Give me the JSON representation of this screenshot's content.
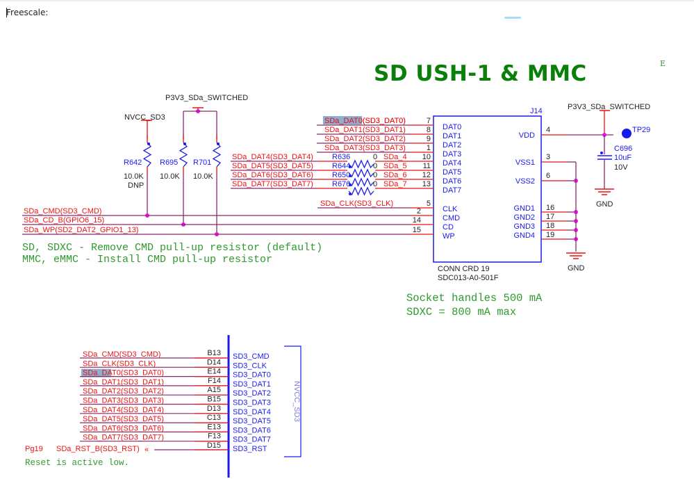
{
  "header": {
    "label": "Freescale:"
  },
  "title": "SD USH-1 & MMC",
  "edge_mark": "E",
  "colors": {
    "net": "#ee1111",
    "wire": "#8a2a6a",
    "part": "#1a1aee",
    "junction": "#ee11ee",
    "text": "#222222",
    "note": "#2e9a2e",
    "title": "#0a7f0a",
    "highlight": "#7aa0c8"
  },
  "power": {
    "nvcc": "NVCC_SD3",
    "p3v3_left": "P3V3_SDa_SWITCHED",
    "p3v3_right": "P3V3_SDa_SWITCHED",
    "gnd_cap": "GND",
    "gnd_conn": "GND"
  },
  "pullups": [
    {
      "ref": "R642",
      "value": "10.0K",
      "note": "DNP"
    },
    {
      "ref": "R695",
      "value": "10.0K",
      "note": ""
    },
    {
      "ref": "R701",
      "value": "10.0K",
      "note": ""
    }
  ],
  "left_nets": [
    "SDa_CMD(SD3_CMD)",
    "SDa_CD_B(GPIO6_15)",
    "SDa_WP(SD2_DAT2_GPIO1_13)"
  ],
  "data_nets_upper": [
    {
      "net": "SDa_DAT0(SD3_DAT0)",
      "pin": "7",
      "highlight": "SDa_DAT0"
    },
    {
      "net": "SDa_DAT1(SD3_DAT1)",
      "pin": "8"
    },
    {
      "net": "SDa_DAT2(SD3_DAT2)",
      "pin": "9"
    },
    {
      "net": "SDa_DAT3(SD3_DAT3)",
      "pin": "1"
    }
  ],
  "data_nets_series": [
    {
      "net": "SDa_DAT4(SD3_DAT4)",
      "ref": "R636",
      "value": "0",
      "out": "SDa_4",
      "pin": "10"
    },
    {
      "net": "SDa_DAT5(SD3_DAT5)",
      "ref": "R644",
      "value": "0",
      "out": "SDa_5",
      "pin": "11"
    },
    {
      "net": "SDa_DAT6(SD3_DAT6)",
      "ref": "R650",
      "value": "0",
      "out": "SDa_6",
      "pin": "12"
    },
    {
      "net": "SDa_DAT7(SD3_DAT7)",
      "ref": "R676",
      "value": "0",
      "out": "SDa_7",
      "pin": "13"
    }
  ],
  "clk_net": {
    "net": "SDa_CLK(SD3_CLK)",
    "pin": "5"
  },
  "ctrl_pins": [
    "2",
    "14",
    "15"
  ],
  "connector": {
    "ref": "J14",
    "left_pins": [
      "DAT0",
      "DAT1",
      "DAT2",
      "DAT3",
      "DAT4",
      "DAT5",
      "DAT6",
      "DAT7"
    ],
    "left_ctrl": [
      "CLK",
      "CMD",
      "CD",
      "WP"
    ],
    "right": [
      {
        "name": "VDD",
        "pin": "4"
      },
      {
        "name": "VSS1",
        "pin": "3"
      },
      {
        "name": "VSS2",
        "pin": "6"
      }
    ],
    "gnds": [
      {
        "name": "GND1",
        "pin": "16"
      },
      {
        "name": "GND2",
        "pin": "17"
      },
      {
        "name": "GND3",
        "pin": "18"
      },
      {
        "name": "GND4",
        "pin": "19"
      }
    ],
    "part_name": "CONN CRD 19",
    "part_number": "SDC013-A0-501F"
  },
  "testpoint": "TP29",
  "capacitor": {
    "ref": "C696",
    "value": "10uF",
    "voltage": "10V"
  },
  "notes": {
    "pullup_line1": "SD, SDXC - Remove CMD pull-up resistor (default)",
    "pullup_line2": "MMC, eMMC - Install CMD pull-up resistor",
    "socket_line1": "Socket handles 500 mA",
    "socket_line2": "SDXC = 800 mA max",
    "reset": "Reset is active low."
  },
  "soc": {
    "rail": "NVCC_SD3",
    "rows": [
      {
        "net": "SDa_CMD(SD3_CMD)",
        "ball": "B13",
        "pin": "SD3_CMD"
      },
      {
        "net": "SDa_CLK(SD3_CLK)",
        "ball": "D14",
        "pin": "SD3_CLK"
      },
      {
        "net": "SDa_DAT0(SD3_DAT0)",
        "ball": "E14",
        "pin": "SD3_DAT0",
        "highlight": "SDa_DAT0"
      },
      {
        "net": "SDa_DAT1(SD3_DAT1)",
        "ball": "F14",
        "pin": "SD3_DAT1"
      },
      {
        "net": "SDa_DAT2(SD3_DAT2)",
        "ball": "A15",
        "pin": "SD3_DAT2"
      },
      {
        "net": "SDa_DAT3(SD3_DAT3)",
        "ball": "B15",
        "pin": "SD3_DAT3"
      },
      {
        "net": "SDa_DAT4(SD3_DAT4)",
        "ball": "D13",
        "pin": "SD3_DAT4"
      },
      {
        "net": "SDa_DAT5(SD3_DAT5)",
        "ball": "C13",
        "pin": "SD3_DAT5"
      },
      {
        "net": "SDa_DAT6(SD3_DAT6)",
        "ball": "E13",
        "pin": "SD3_DAT6"
      },
      {
        "net": "SDa_DAT7(SD3_DAT7)",
        "ball": "F13",
        "pin": "SD3_DAT7"
      },
      {
        "net": "SDa_RST_B(SD3_RST)",
        "ball": "D15",
        "pin": "SD3_RST",
        "page": "Pg19"
      }
    ]
  }
}
